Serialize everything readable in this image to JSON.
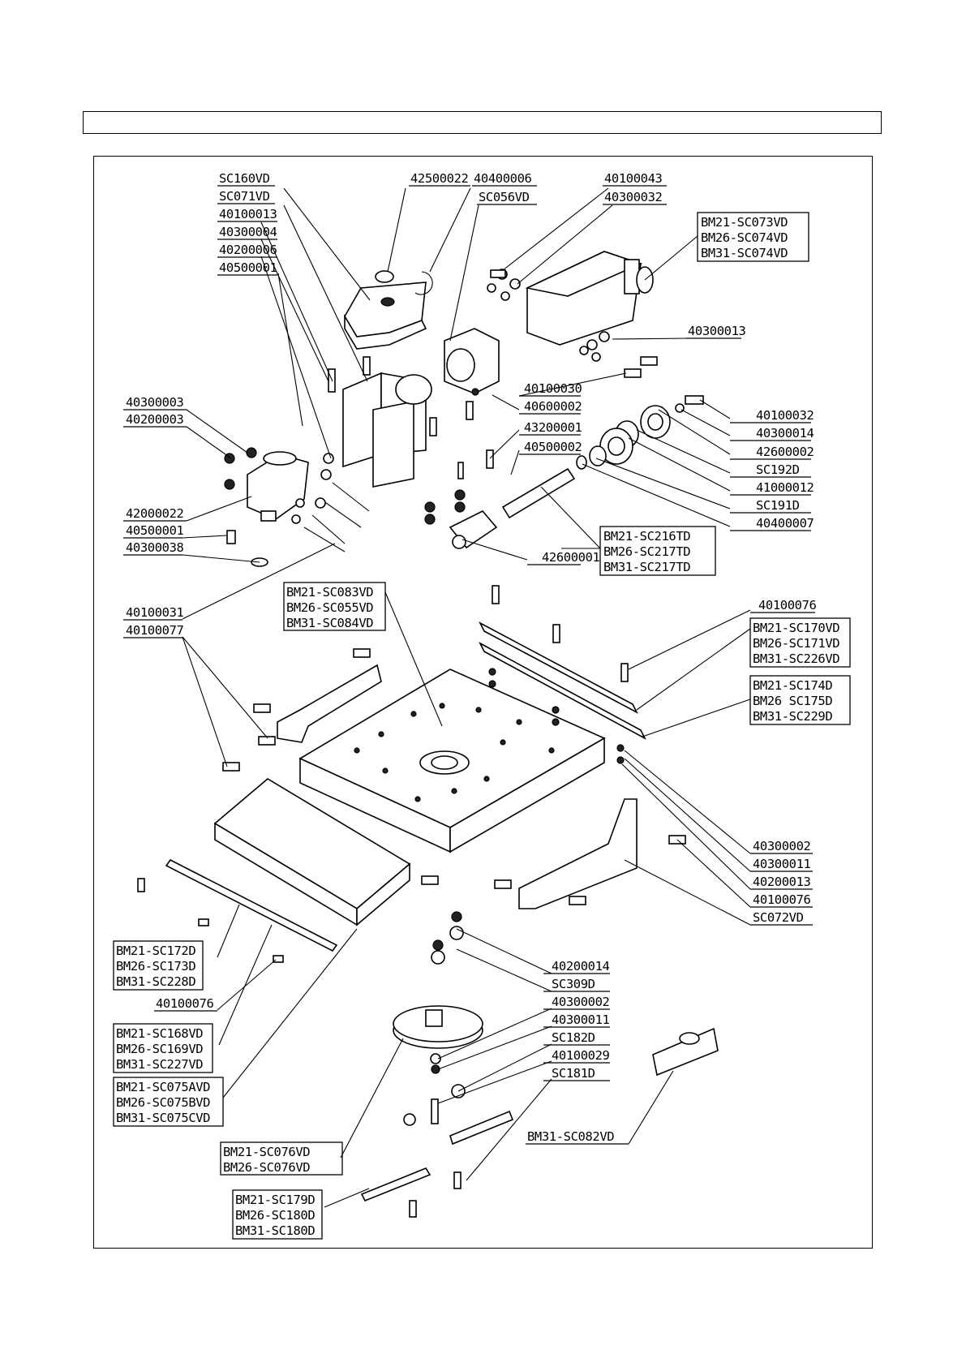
{
  "labels": {
    "l1": "SC160VD",
    "l2": "SC071VD",
    "l3": "40100013",
    "l4": "40300004",
    "l5": "40200006",
    "l6": "40500001",
    "l7": "42500022",
    "l8": "40400006",
    "l9": "SC056VD",
    "l10": "40100043",
    "l11": "40300032",
    "l12": "BM21-SC073VD",
    "l13": "BM26-SC074VD",
    "l14": "BM31-SC074VD",
    "l15": "40300013",
    "l16": "40100030",
    "l17": "40600002",
    "l18": "43200001",
    "l19": "40500002",
    "l20": "40100032",
    "l21": "40300014",
    "l22": "42600002",
    "l23": "SC192D",
    "l24": "41000012",
    "l25": "SC191D",
    "l26": "40400007",
    "l27": "40300003",
    "l28": "40200003",
    "l29": "42000022",
    "l30": "40500001",
    "l31": "40300038",
    "l32": "BM21-SC216TD",
    "l33": "BM26-SC217TD",
    "l34": "BM31-SC217TD",
    "l35": "42600001",
    "l36": "BM21-SC083VD",
    "l37": "BM26-SC055VD",
    "l38": "BM31-SC084VD",
    "l39": "40100031",
    "l40": "40100077",
    "l41": "40100076",
    "l42": "BM21-SC170VD",
    "l43": "BM26-SC171VD",
    "l44": "BM31-SC226VD",
    "l45": "BM21-SC174D",
    "l46": "BM26 SC175D",
    "l47": "BM31-SC229D",
    "l48": "40300002",
    "l49": "40300011",
    "l50": "40200013",
    "l51": "40100076",
    "l52": "SC072VD",
    "l53": "BM21-SC172D",
    "l54": "BM26-SC173D",
    "l55": "BM31-SC228D",
    "l56": "40100076",
    "l57": "40200014",
    "l58": "SC309D",
    "l59": "40300002",
    "l60": "40300011",
    "l61": "SC182D",
    "l62": "40100029",
    "l63": "SC181D",
    "l64": "BM21-SC168VD",
    "l65": "BM26-SC169VD",
    "l66": "BM31-SC227VD",
    "l67": "BM21-SC075AVD",
    "l68": "BM26-SC075BVD",
    "l69": "BM31-SC075CVD",
    "l70": "BM31-SC082VD",
    "l71": "BM21-SC076VD",
    "l72": "BM26-SC076VD",
    "l73": "BM21-SC179D",
    "l74": "BM26-SC180D",
    "l75": "BM31-SC180D"
  }
}
